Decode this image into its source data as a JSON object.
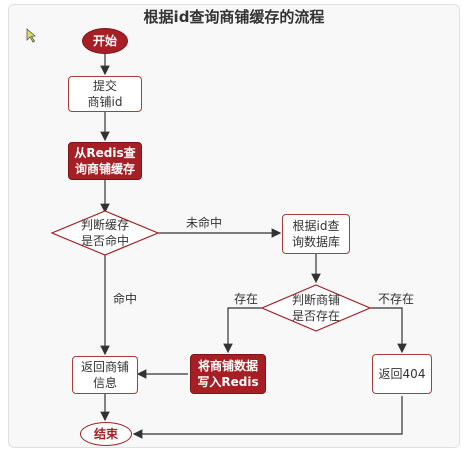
{
  "title": "根据id查询商铺缓存的流程",
  "nodes": {
    "start": "开始",
    "submit": "提交\n商铺id",
    "query_redis": "从Redis查\n询商铺缓存",
    "check_cache": "判断缓存\n是否命中",
    "query_db": "根据id查\n询数据库",
    "check_shop": "判断商铺\n是否存在",
    "write_redis": "将商铺数据\n写入Redis",
    "return_info": "返回商铺\n信息",
    "return_404": "返回404",
    "end": "结束"
  },
  "edges": {
    "miss": "未命中",
    "hit": "命中",
    "exists": "存在",
    "not_exists": "不存在"
  },
  "colors": {
    "accent": "#a51f24",
    "line": "#333333"
  }
}
